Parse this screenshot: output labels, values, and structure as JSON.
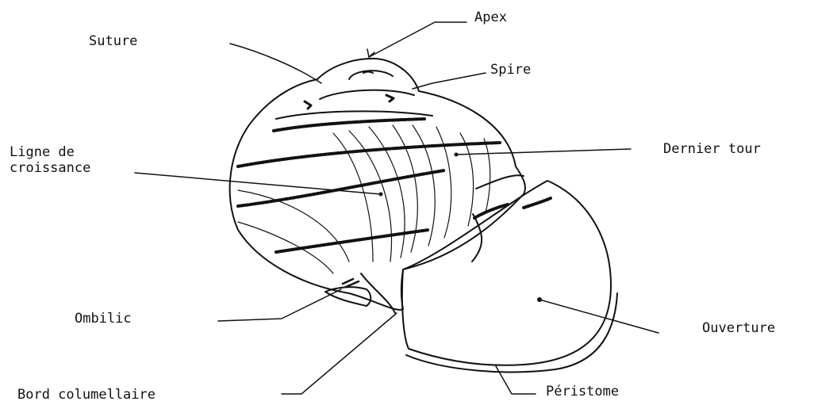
{
  "diagram": {
    "labels": {
      "suture": "Suture",
      "apex": "Apex",
      "spire": "Spire",
      "ligne_de_croissance": "Ligne de\ncroissance",
      "dernier_tour": "Dernier tour",
      "ombilic": "Ombilic",
      "ouverture": "Ouverture",
      "bord_columellaire": "Bord columellaire",
      "peristome": "Péristome"
    },
    "colors": {
      "ink": "#111111",
      "background": "#ffffff"
    }
  }
}
